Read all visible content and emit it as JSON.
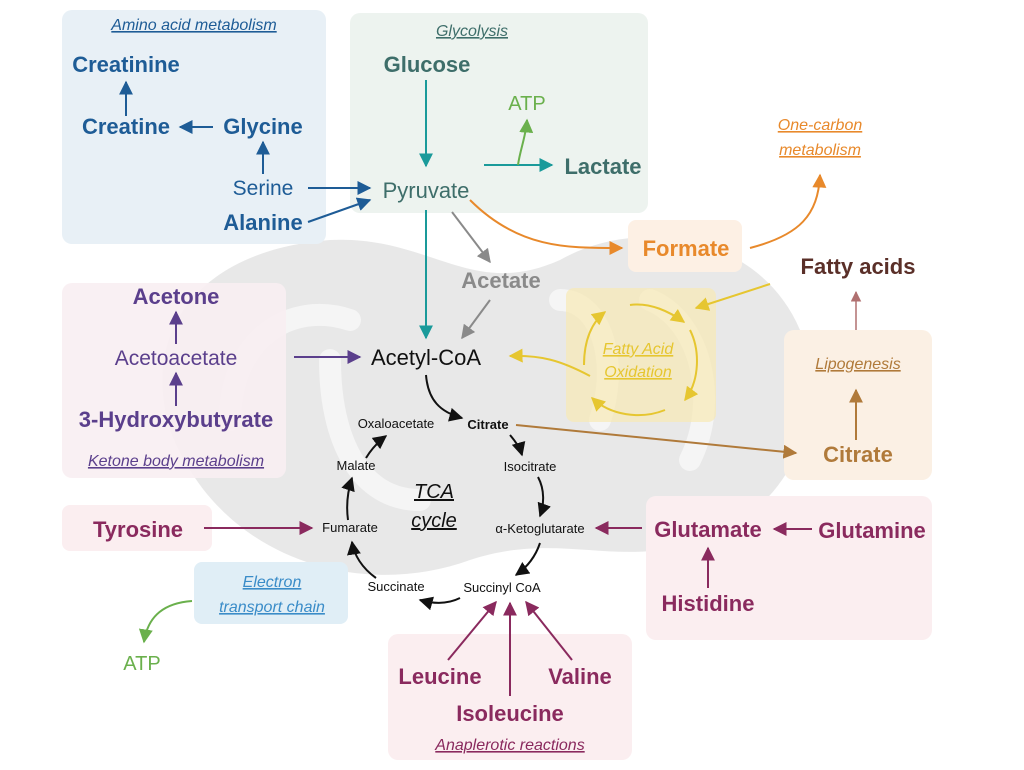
{
  "colors": {
    "amino_blue": "#1e5c96",
    "glyco_teal": "#3e6e6a",
    "teal_arrow": "#1a9a9a",
    "atp_green": "#6ab04c",
    "orange": "#e8892b",
    "brown": "#5a2f28",
    "gray": "#8a8a8a",
    "yellow": "#e6c630",
    "purple_ketone": "#5b3f8c",
    "magenta": "#8a2a5e",
    "tan": "#b07a3a",
    "etc_blue": "#3a8cc8"
  },
  "sections": {
    "amino": "Amino acid metabolism",
    "glycolysis": "Glycolysis",
    "one_carbon_1": "One-carbon",
    "one_carbon_2": "metabolism",
    "ketone": "Ketone body metabolism",
    "fao_1": "Fatty Acid",
    "fao_2": "Oxidation",
    "lipogenesis": "Lipogenesis",
    "etc_1": "Electron",
    "etc_2": "transport chain",
    "anaplerotic": "Anaplerotic reactions"
  },
  "nodes": {
    "creatinine": "Creatinine",
    "creatine": "Creatine",
    "glycine": "Glycine",
    "serine": "Serine",
    "alanine": "Alanine",
    "glucose": "Glucose",
    "atp_top": "ATP",
    "lactate": "Lactate",
    "pyruvate": "Pyruvate",
    "formate": "Formate",
    "acetate": "Acetate",
    "fatty_acids": "Fatty acids",
    "acetone": "Acetone",
    "acetoacetate": "Acetoacetate",
    "hydroxybutyrate": "3-Hydroxybutyrate",
    "acetyl_coa": "Acetyl-CoA",
    "citrate_right": "Citrate",
    "tyrosine": "Tyrosine",
    "glutamate": "Glutamate",
    "glutamine": "Glutamine",
    "histidine": "Histidine",
    "atp_bottom": "ATP",
    "leucine": "Leucine",
    "valine": "Valine",
    "isoleucine": "Isoleucine"
  },
  "tca": {
    "title_1": "TCA",
    "title_2": "cycle",
    "oxaloacetate": "Oxaloacetate",
    "citrate": "Citrate",
    "isocitrate": "Isocitrate",
    "ketoglutarate": "α-Ketoglutarate",
    "succinyl_coa": "Succinyl CoA",
    "succinate": "Succinate",
    "fumarate": "Fumarate",
    "malate": "Malate"
  }
}
